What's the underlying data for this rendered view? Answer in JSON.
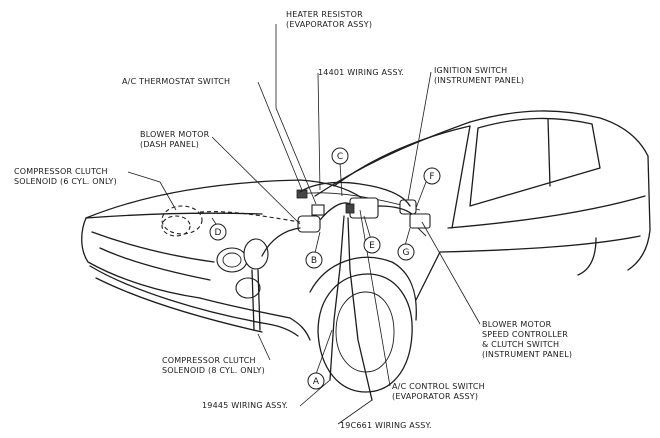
{
  "labels": {
    "heater_resistor": [
      "HEATER RESISTOR",
      "(EVAPORATOR ASSY)"
    ],
    "ac_thermostat": "A/C THERMOSTAT SWITCH",
    "wiring_14401": "14401 WIRING ASSY.",
    "ignition_switch": [
      "IGNITION SWITCH",
      "(INSTRUMENT PANEL)"
    ],
    "blower_motor": [
      "BLOWER MOTOR",
      "(DASH PANEL)"
    ],
    "clutch_6cyl": [
      "COMPRESSOR CLUTCH",
      "SOLENOID (6 CYL. ONLY)"
    ],
    "blower_controller": [
      "BLOWER MOTOR",
      "SPEED CONTROLLER",
      "& CLUTCH SWITCH",
      "(INSTRUMENT PANEL)"
    ],
    "clutch_8cyl": [
      "COMPRESSOR CLUTCH",
      "SOLENOID (8 CYL. ONLY)"
    ],
    "ac_control": [
      "A/C CONTROL SWITCH",
      "(EVAPORATOR ASSY)"
    ],
    "wiring_19445": "19445 WIRING ASSY.",
    "wiring_19c661": "19C661 WIRING ASSY."
  },
  "callouts": {
    "a": "A",
    "b": "B",
    "c": "C",
    "d": "D",
    "e": "E",
    "f": "F",
    "g": "G"
  }
}
